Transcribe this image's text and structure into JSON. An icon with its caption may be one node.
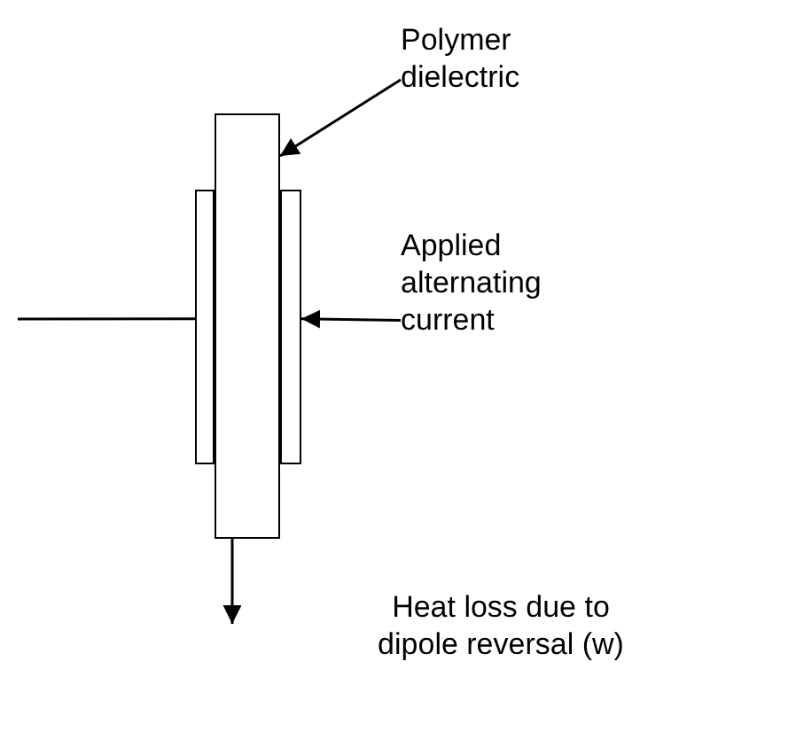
{
  "diagram": {
    "nodes": [
      {
        "text": [
          "Polymer dielectric"
        ]
      },
      {
        "text": [],
        "shape": "box"
      },
      {
        "text": [],
        "shape": "box"
      },
      {
        "text": [],
        "shape": "box"
      },
      {
        "text": [
          "Applied alternating current"
        ]
      }
    ],
    "edges": [
      {
        "from": 0,
        "to": 2,
        "arrow": "to"
      },
      {
        "from": 4,
        "to": 3,
        "arrow": "to"
      },
      {
        "from": null,
        "to": 1,
        "arrow": "none"
      },
      {
        "from": 2,
        "to": null,
        "arrow": "to"
      }
    ],
    "labels": [
      "Heat loss due to dipole reversal (w)"
    ]
  }
}
